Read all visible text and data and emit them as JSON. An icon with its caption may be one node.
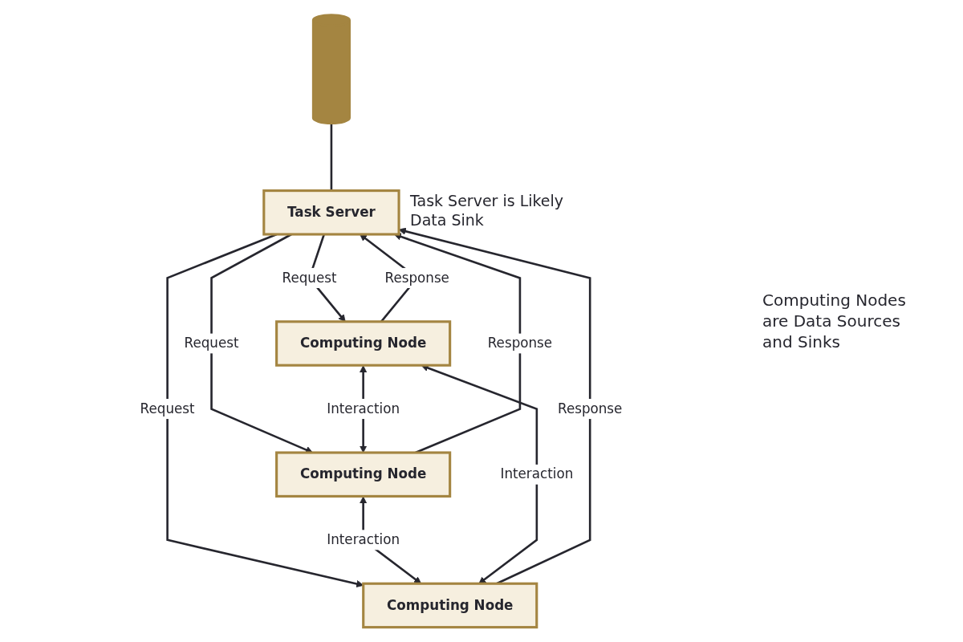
{
  "diagram": {
    "nodes": [
      {
        "text": [],
        "shape": "cylinder"
      },
      {
        "text": [
          "Task Server"
        ],
        "beside": [
          "Task Server is Likely Data Sink"
        ]
      },
      {
        "text": [
          "Computing Node"
        ]
      },
      {
        "text": [
          "Computing Node"
        ]
      },
      {
        "text": [
          "Computing Node"
        ]
      }
    ],
    "edges": [
      {
        "from": 0,
        "to": 1,
        "arrow": "none"
      },
      {
        "from": 2,
        "to": 1,
        "arrow": "to",
        "label": "Response"
      },
      {
        "from": 1,
        "to": 2,
        "arrow": "to",
        "label": "Request"
      },
      {
        "from": 1,
        "to": 3,
        "arrow": "to",
        "label": "Request"
      },
      {
        "from": 3,
        "to": 1,
        "arrow": "to",
        "label": "Response"
      },
      {
        "from": 1,
        "to": 4,
        "arrow": "to",
        "label": "Request"
      },
      {
        "from": 4,
        "to": 1,
        "arrow": "to",
        "label": "Response"
      },
      {
        "from": 2,
        "to": 3,
        "arrow": "both",
        "label": "Interaction"
      },
      {
        "from": 3,
        "to": 4,
        "arrow": "both",
        "label": "Interaction"
      },
      {
        "from": 2,
        "to": 4,
        "arrow": "both",
        "label": "Interaction"
      }
    ],
    "labels": [
      "Computing Nodes are Data Sources and Sinks"
    ]
  }
}
